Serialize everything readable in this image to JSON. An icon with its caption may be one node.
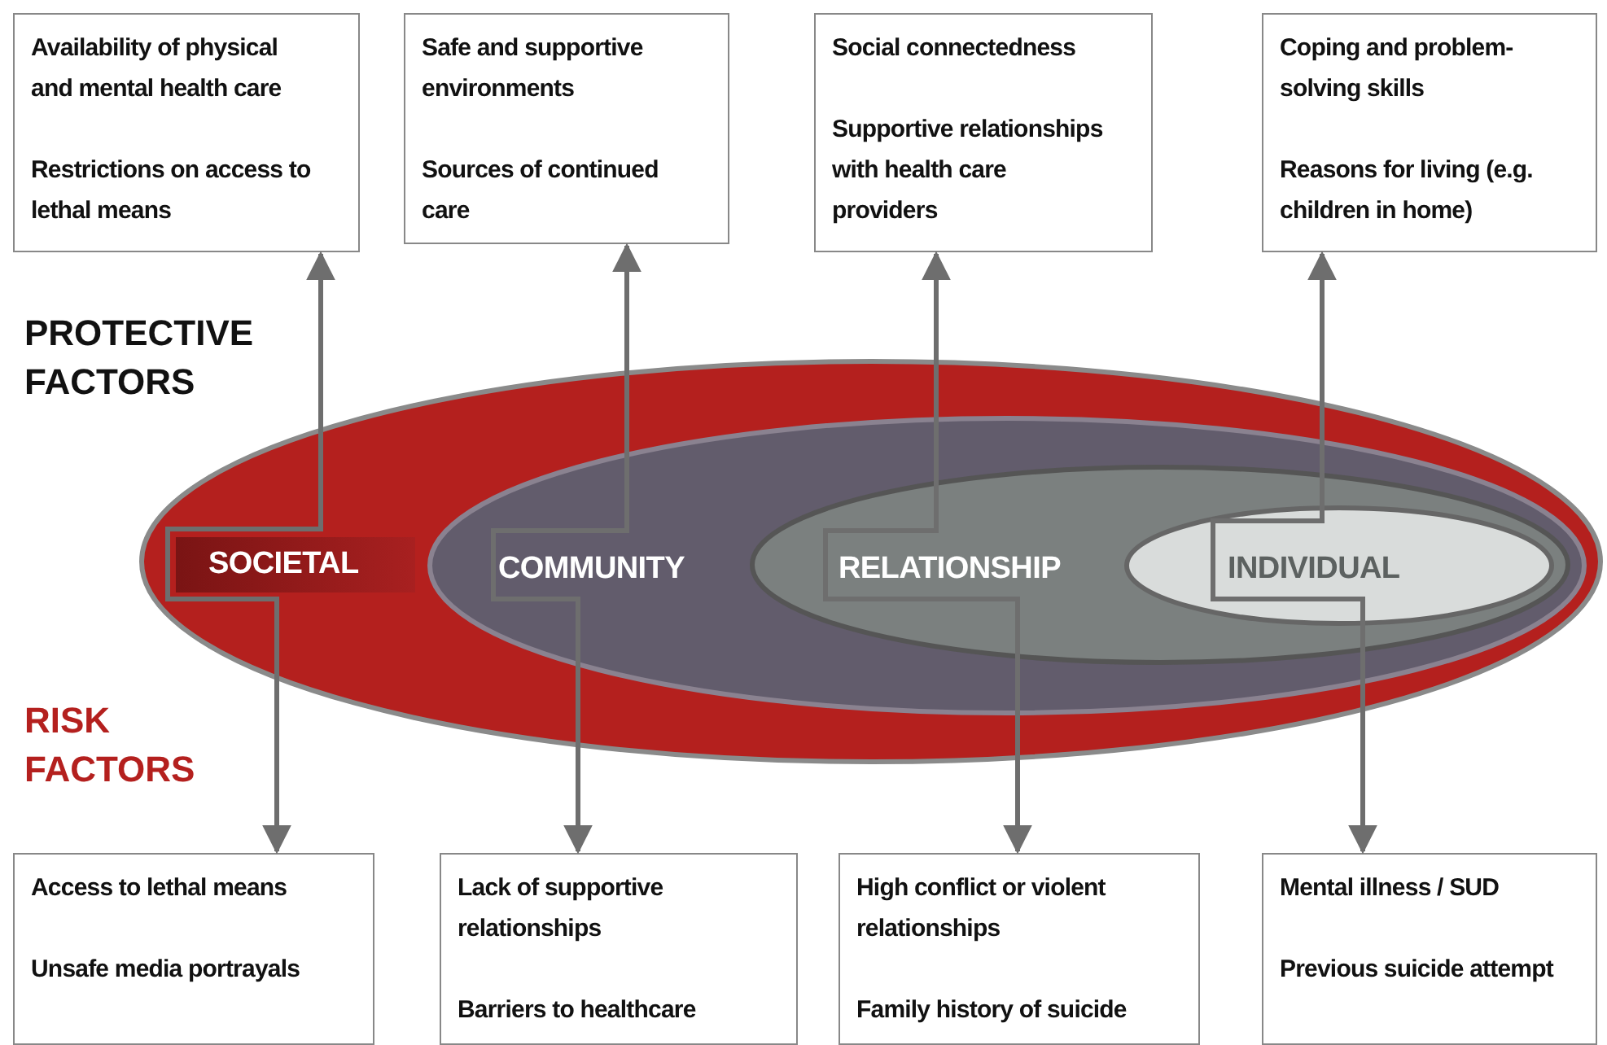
{
  "diagram": {
    "nodes": [
      {
        "text": [
          "SOCIETAL"
        ]
      },
      {
        "text": [
          "COMMUNITY"
        ],
        "in": 0
      },
      {
        "text": [
          "RELATIONSHIP"
        ],
        "in": 1
      },
      {
        "text": [
          "INDIVIDUAL"
        ],
        "in": 2
      },
      {
        "text": [
          "Availability of physical and mental health care",
          "Restrictions on access to lethal means"
        ]
      },
      {
        "text": [
          "Safe and supportive environments",
          "Sources of continued care"
        ]
      },
      {
        "text": [
          "Social connectedness",
          "Supportive relationships with health care providers"
        ]
      },
      {
        "text": [
          "Coping and problem-solving skills",
          "Reasons for living (e.g. children in home)"
        ]
      },
      {
        "text": [
          "Access to lethal means",
          "Unsafe media portrayals"
        ]
      },
      {
        "text": [
          "Lack of supportive relationships",
          "Barriers to healthcare"
        ]
      },
      {
        "text": [
          "High conflict or violent relationships",
          "Family history of suicide"
        ]
      },
      {
        "text": [
          "Mental illness / SUD",
          "Previous suicide attempt"
        ]
      }
    ],
    "edges": [
      {
        "from": 0,
        "to": 4,
        "arrow": "to"
      },
      {
        "from": 0,
        "to": 8,
        "arrow": "to"
      },
      {
        "from": 1,
        "to": 5,
        "arrow": "to"
      },
      {
        "from": 1,
        "to": 9,
        "arrow": "to"
      },
      {
        "from": 2,
        "to": 6,
        "arrow": "to"
      },
      {
        "from": 2,
        "to": 10,
        "arrow": "to"
      },
      {
        "from": 3,
        "to": 7,
        "arrow": "to"
      },
      {
        "from": 3,
        "to": 11,
        "arrow": "to"
      }
    ],
    "labels": [
      "PROTECTIVE FACTORS",
      "RISK FACTORS"
    ]
  }
}
